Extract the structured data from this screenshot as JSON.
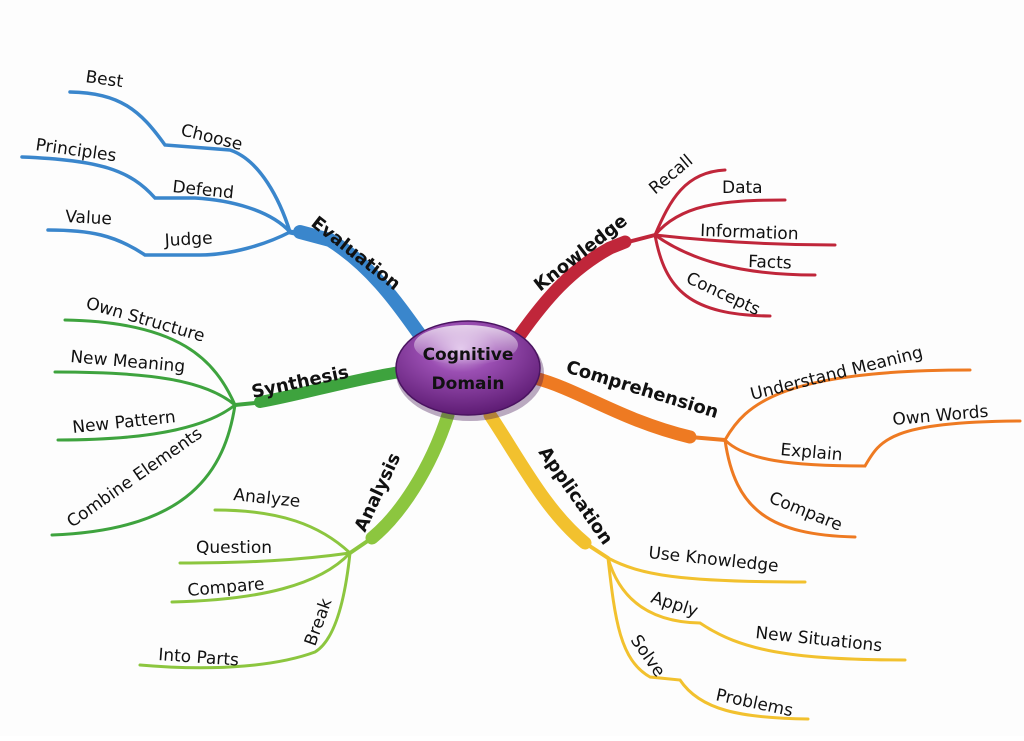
{
  "center": {
    "line1": "Cognitive",
    "line2": "Domain",
    "color": "#7a2f8e"
  },
  "branches": {
    "evaluation": {
      "label": "Evaluation",
      "color": "#3a86cc",
      "children": {
        "choose": "Choose",
        "best": "Best",
        "defend": "Defend",
        "principles": "Principles",
        "judge": "Judge",
        "value": "Value"
      }
    },
    "knowledge": {
      "label": "Knowledge",
      "color": "#c0263a",
      "children": {
        "recall": "Recall",
        "data": "Data",
        "information": "Information",
        "facts": "Facts",
        "concepts": "Concepts"
      }
    },
    "synthesis": {
      "label": "Synthesis",
      "color": "#3ea33e",
      "children": {
        "own_structure": "Own Structure",
        "new_meaning": "New Meaning",
        "new_pattern": "New Pattern",
        "combine_elements": "Combine Elements"
      }
    },
    "comprehension": {
      "label": "Comprehension",
      "color": "#ee7a22",
      "children": {
        "understand_meaning": "Understand Meaning",
        "explain": "Explain",
        "own_words": "Own Words",
        "compare": "Compare"
      }
    },
    "analysis": {
      "label": "Analysis",
      "color": "#8cc63f",
      "children": {
        "analyze": "Analyze",
        "question": "Question",
        "compare": "Compare",
        "break": "Break",
        "into_parts": "Into Parts"
      }
    },
    "application": {
      "label": "Application",
      "color": "#f2c12e",
      "children": {
        "use_knowledge": "Use Knowledge",
        "apply": "Apply",
        "new_situations": "New Situations",
        "solve": "Solve",
        "problems": "Problems"
      }
    }
  }
}
